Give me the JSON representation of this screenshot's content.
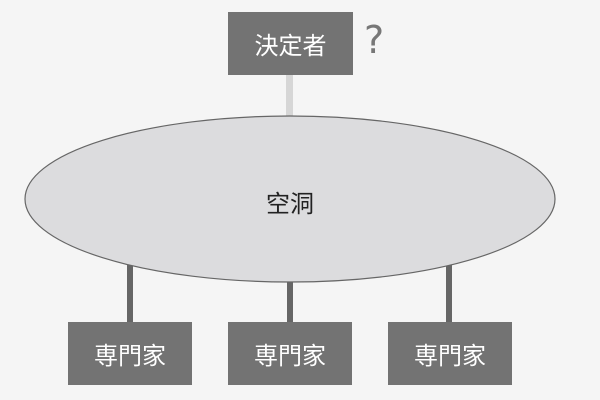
{
  "decision_maker": {
    "label": "決定者",
    "question_mark": "?"
  },
  "hollow": {
    "label": "空洞"
  },
  "experts": [
    {
      "label": "専門家"
    },
    {
      "label": "専門家"
    },
    {
      "label": "専門家"
    }
  ],
  "colors": {
    "box": "#737373",
    "ellipse_fill": "#dcdcde",
    "ellipse_stroke": "#666666",
    "top_connector": "#d6d6d6",
    "bottom_connector": "#666666"
  }
}
